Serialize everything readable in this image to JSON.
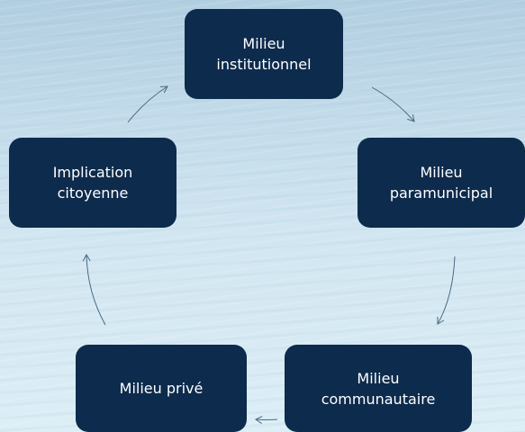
{
  "diagram": {
    "type": "cycle",
    "nodes": [
      {
        "id": "institutionnel",
        "label": "Milieu\ninstitutionnel"
      },
      {
        "id": "paramunicipal",
        "label": "Milieu\nparamunicipal"
      },
      {
        "id": "communautaire",
        "label": "Milieu\ncommunautaire"
      },
      {
        "id": "prive",
        "label": "Milieu privé"
      },
      {
        "id": "citoyenne",
        "label": "Implication\ncitoyenne"
      }
    ],
    "colors": {
      "node_fill": "#0d2b4c",
      "node_text": "#ffffff",
      "arrow": "#4a6a80"
    }
  }
}
